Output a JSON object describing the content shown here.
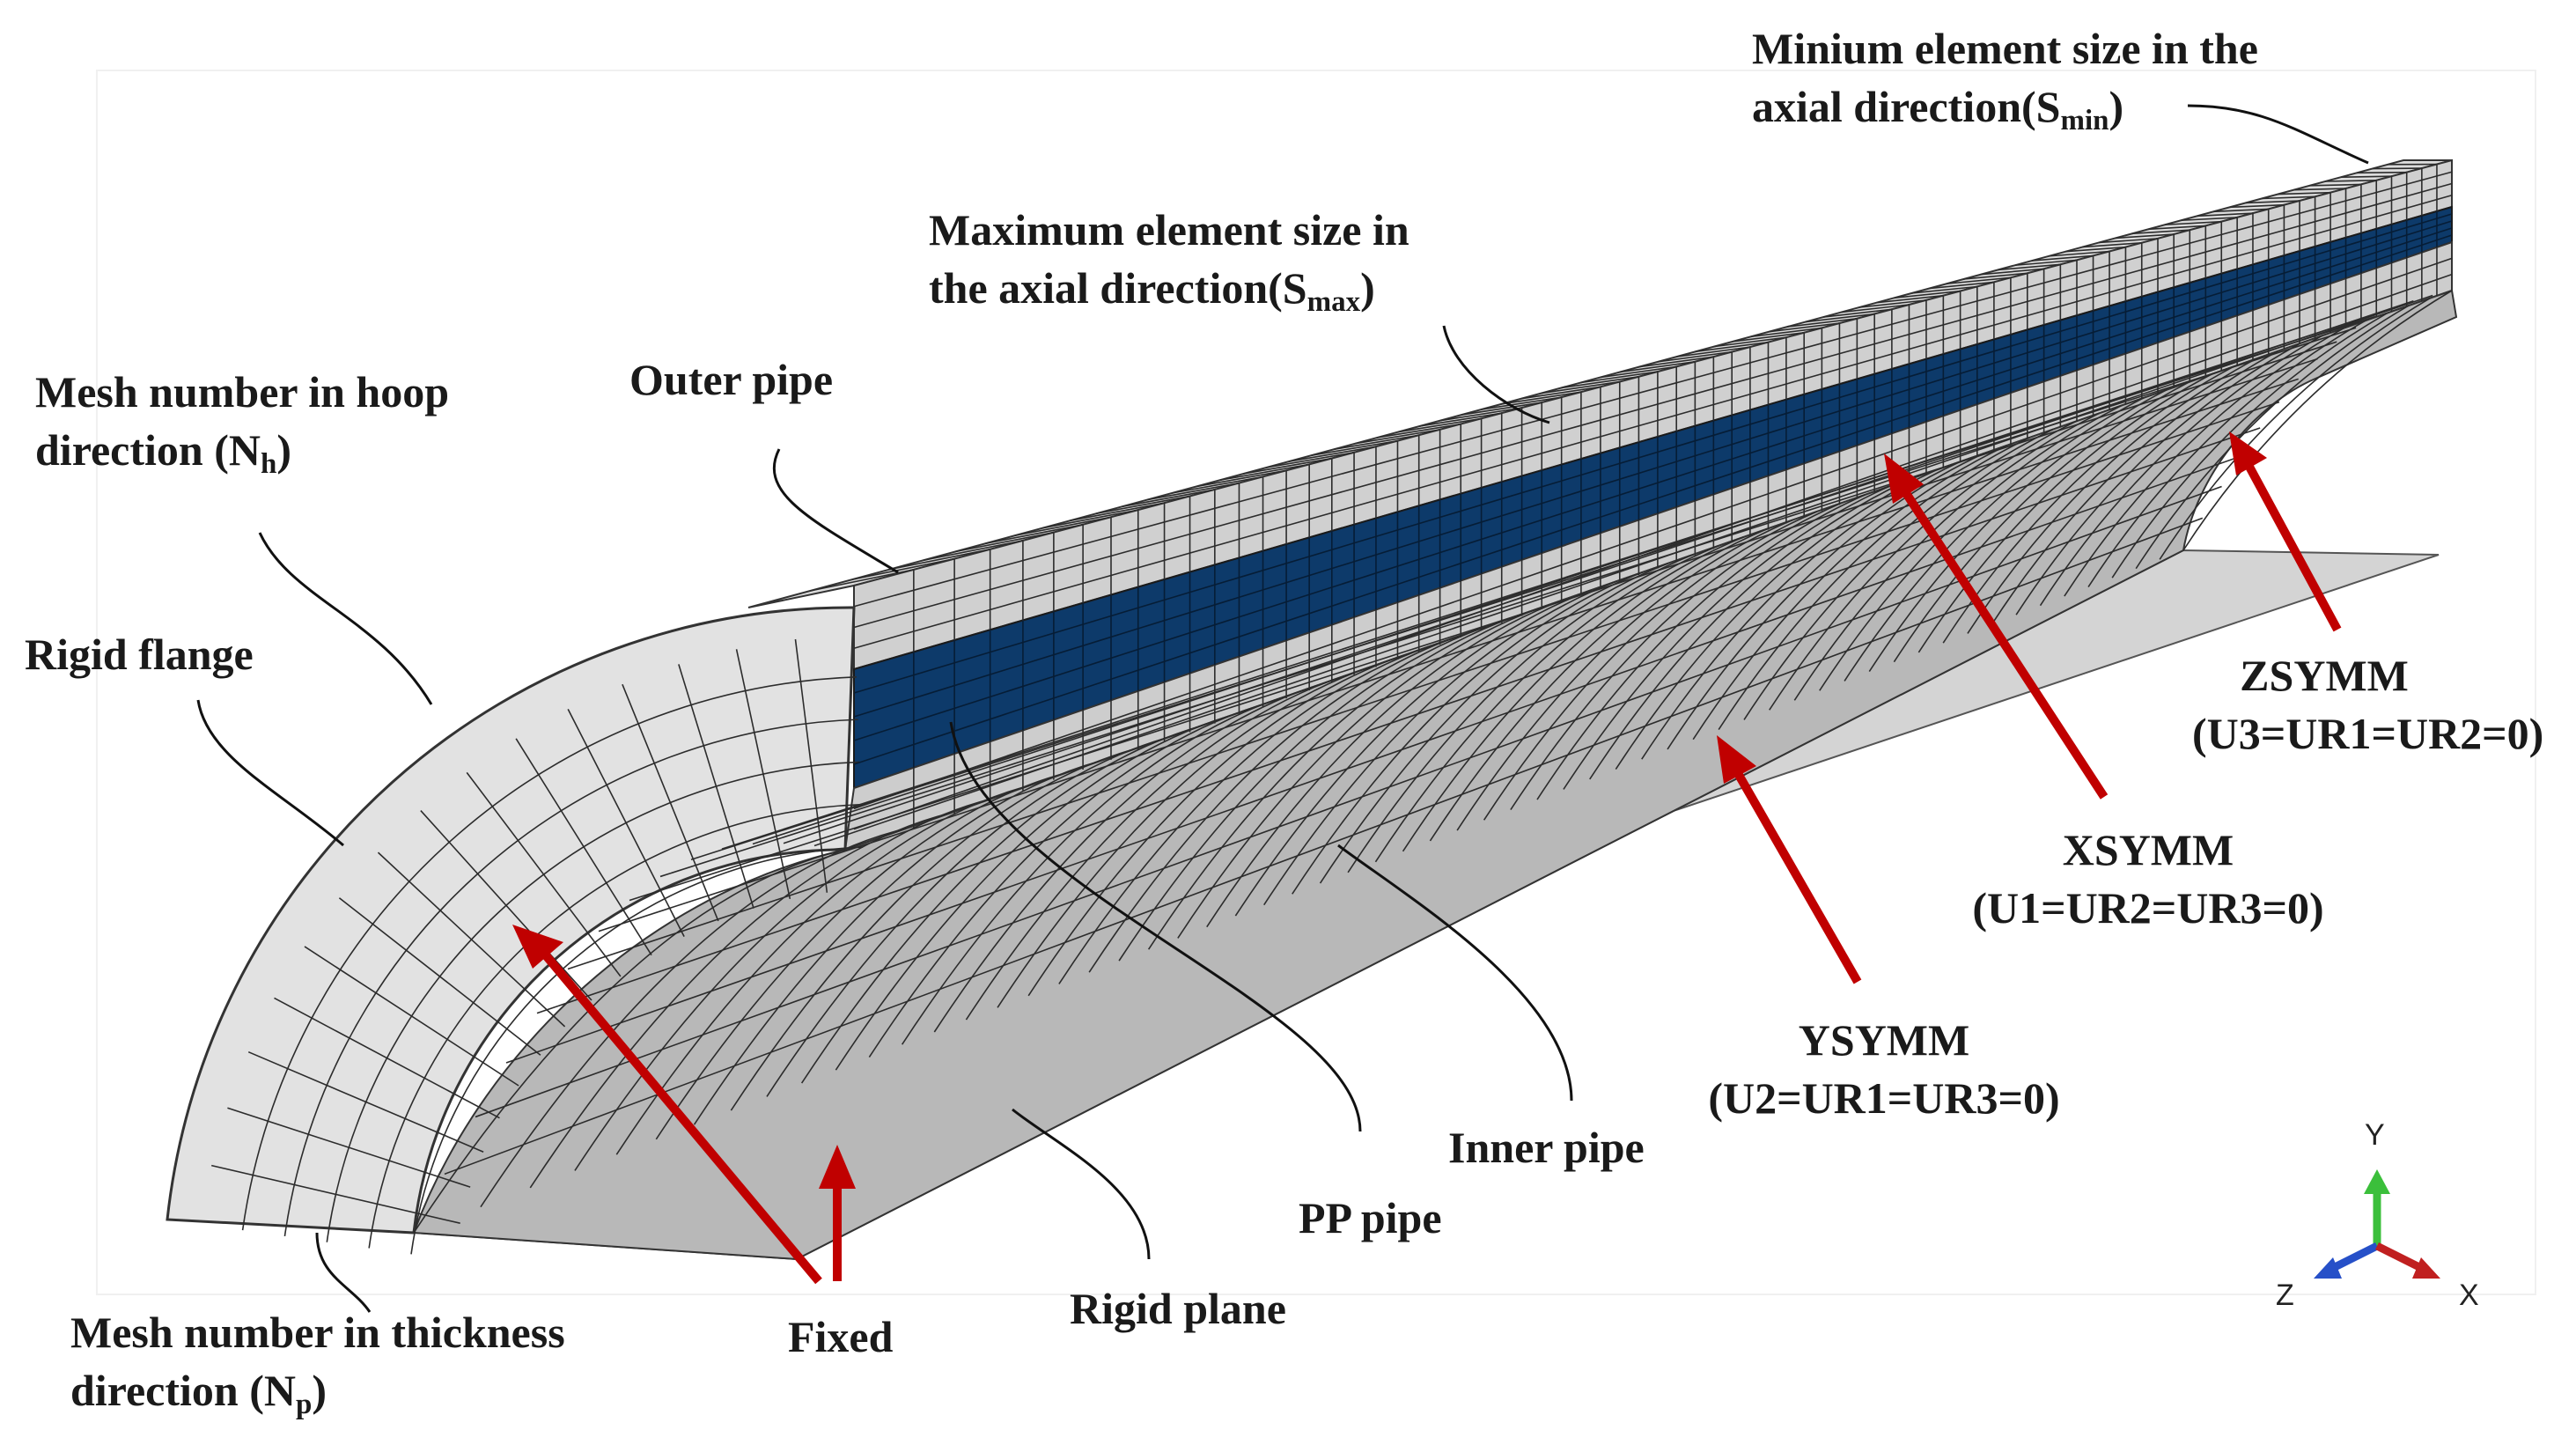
{
  "colors": {
    "mesh_fill": "#d0d0d0",
    "mesh_lines": "#2c2c2c",
    "pp_pipe_band": "#0d3a6a",
    "arrow_red": "#c00000",
    "axis_y": "#3bbf3b",
    "axis_z": "#2650c8",
    "axis_x": "#c02020"
  },
  "labels": {
    "smin": {
      "line1": "Minium element size in the",
      "line2_pre": "axial direction(S",
      "line2_sub": "min",
      "line2_post": ")"
    },
    "smax": {
      "line1": "Maximum element size in",
      "line2_pre": "the axial direction(S",
      "line2_sub": "max",
      "line2_post": ")"
    },
    "outer_pipe": "Outer pipe",
    "hoop": {
      "line1": "Mesh number in hoop",
      "line2_pre": "direction (N",
      "line2_sub": "h",
      "line2_post": ")"
    },
    "rigid_flange": "Rigid flange",
    "zsymm": {
      "name": "ZSYMM",
      "cond": "(U3=UR1=UR2=0)"
    },
    "xsymm": {
      "name": "XSYMM",
      "cond": "(U1=UR2=UR3=0)"
    },
    "ysymm": {
      "name": "YSYMM",
      "cond": "(U2=UR1=UR3=0)"
    },
    "inner_pipe": "Inner pipe",
    "pp_pipe": "PP pipe",
    "rigid_plane": "Rigid plane",
    "fixed": "Fixed",
    "thickness": {
      "line1": "Mesh number in thickness",
      "line2_pre": "direction (N",
      "line2_sub": "p",
      "line2_post": ")"
    }
  },
  "triad": {
    "y": "Y",
    "z": "Z",
    "x": "X"
  }
}
